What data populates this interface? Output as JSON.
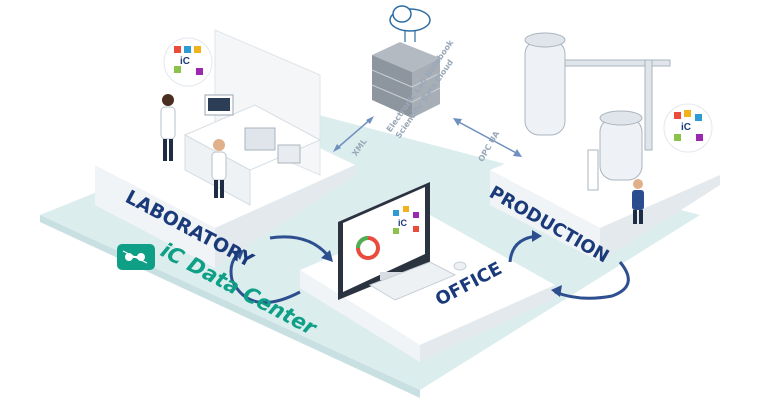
{
  "labels": {
    "laboratory": "LABORATORY",
    "production": "PRODUCTION",
    "office": "OFFICE",
    "data_center": "iC Data Center",
    "xml": "XML",
    "opc_ua": "OPC UA",
    "cloud_line1": "Electronic Lab Notebook",
    "cloud_line2": "Scientific Data Cloud"
  },
  "icon_badge": "iC",
  "colors": {
    "accent_teal": "#0e9f86",
    "label_navy": "#1a3a7a",
    "arrow_blue": "#2e4f8f",
    "platform": "#dcedee"
  }
}
